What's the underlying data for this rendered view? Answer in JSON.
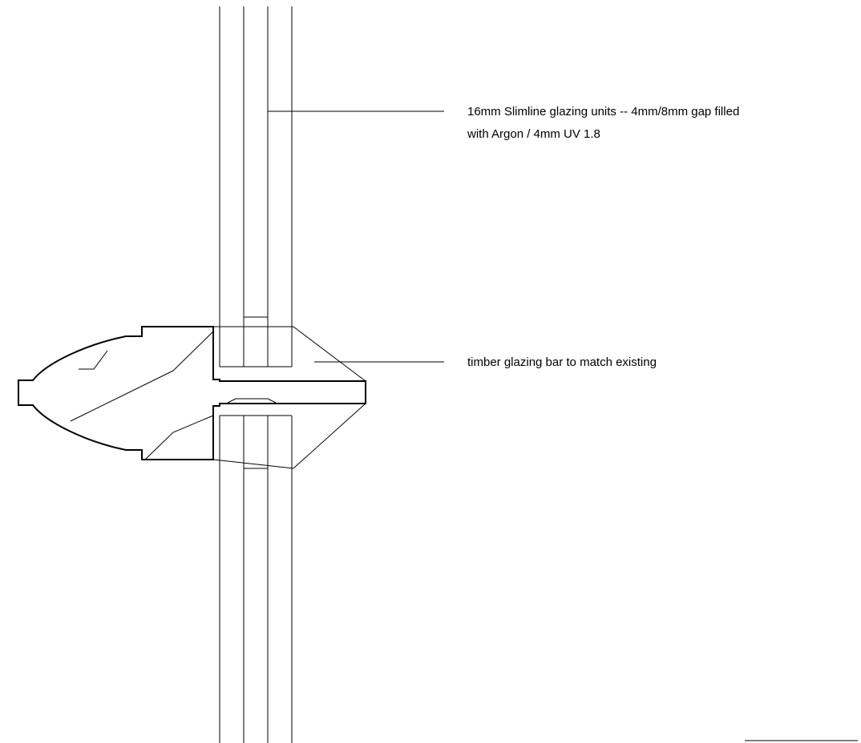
{
  "annotations": {
    "glazing_units_line1": "16mm Slimline glazing units -- 4mm/8mm gap filled",
    "glazing_units_line2": "with Argon / 4mm UV 1.8",
    "glazing_bar": "timber glazing bar to match existing"
  },
  "colors": {
    "background": "#ffffff",
    "line": "#000000"
  }
}
